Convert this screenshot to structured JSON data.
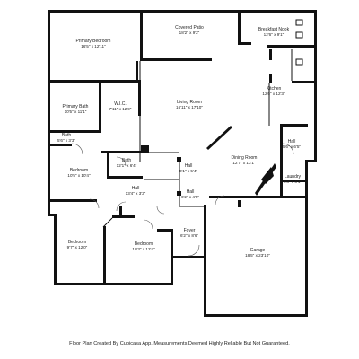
{
  "rooms": [
    {
      "name": "Covered Patio",
      "dims": "18'2\" x 9'2\""
    },
    {
      "name": "Breakfast Nook",
      "dims": "12'6\" x 9'1\""
    },
    {
      "name": "Primary Bedroom",
      "dims": "16'5\" x 12'11\""
    },
    {
      "name": "W.I.C.",
      "dims": "7'11\" x 12'9\""
    },
    {
      "name": "Primary Bath",
      "dims": "10'5\" x 11'1\""
    },
    {
      "name": "Living Room",
      "dims": "16'11\" x 17'10\""
    },
    {
      "name": "Kitchen",
      "dims": "12'6\" x 12'3\""
    },
    {
      "name": "Bath",
      "dims": "5'6\" x 3'3\""
    },
    {
      "name": "Hall",
      "dims": "5'6\" x 6'5\""
    },
    {
      "name": "Dining Room",
      "dims": "12'7\" x 13'1\""
    },
    {
      "name": "Bath",
      "dims": "12'1\" x 6'4\""
    },
    {
      "name": "Hall",
      "dims": "6'1\" x 5'4\""
    },
    {
      "name": "Bedroom",
      "dims": "10'5\" x 10'4\""
    },
    {
      "name": "Laundry",
      "dims": "5'8\" x 6'1\""
    },
    {
      "name": "Hall",
      "dims": "13'4\" x 3'3\""
    },
    {
      "name": "Hall",
      "dims": "6'2\" x 4'5\""
    },
    {
      "name": "Foyer",
      "dims": "6'2\" x 8'6\""
    },
    {
      "name": "Bedroom",
      "dims": "9'7\" x 12'0\""
    },
    {
      "name": "Bedroom",
      "dims": "10'3\" x 12'4\""
    },
    {
      "name": "Garage",
      "dims": "18'5\" x 23'10\""
    }
  ],
  "footer": "Floor Plan Created By Cubicasa App. Measurements Deemed Highly Reliable But Not Guaranteed."
}
